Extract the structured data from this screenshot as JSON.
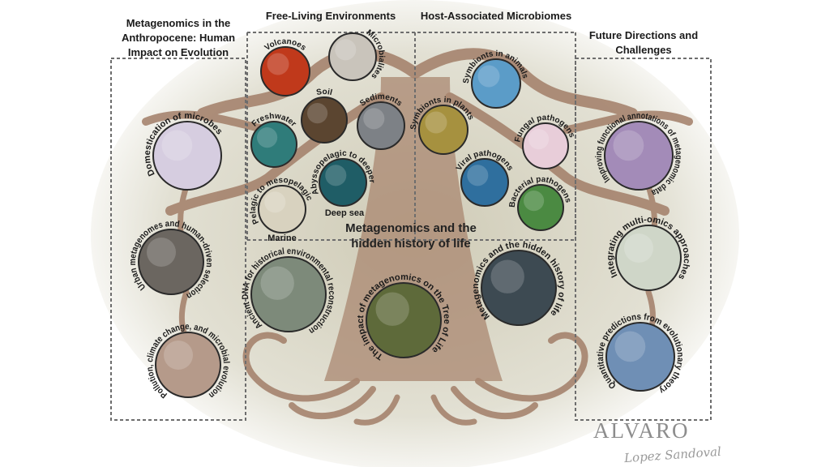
{
  "headings": {
    "left": [
      "Metagenomics in the",
      "Anthropocene: Human",
      "Impact on Evolution"
    ],
    "free_living": "Free-Living Environments",
    "host_associated": "Host-Associated Microbiomes",
    "right": [
      "Future Directions and",
      "Challenges"
    ]
  },
  "center_title": [
    "Metagenomics and the",
    "hidden history of life"
  ],
  "nodes": [
    {
      "label": "Volcanoes",
      "color": "#c0391b"
    },
    {
      "label": "Microbialites",
      "color": "#c9c4bb"
    },
    {
      "label": "Soil",
      "color": "#5b4530"
    },
    {
      "label": "Sediments",
      "color": "#7d8186"
    },
    {
      "label": "Freshwater",
      "color": "#2f7c7a"
    },
    {
      "label": "Abyssopelagic to deeper",
      "color": "#1f5d66"
    },
    {
      "label": "Pelagic to mesopelagic",
      "color": "#d8d2bf"
    },
    {
      "label": "Symbionts in plants",
      "color": "#a6913f"
    },
    {
      "label": "Symbionts in animals",
      "color": "#5b9cc8"
    },
    {
      "label": "Fungal pathogens",
      "color": "#e8cdd9"
    },
    {
      "label": "Viral pathogens",
      "color": "#2f6f9e"
    },
    {
      "label": "Bacterial pathogens",
      "color": "#4b8a42"
    },
    {
      "label": "Domestication of microbes",
      "color": "#d6cde0"
    },
    {
      "label": "Urban metagenomes and human-driven selection",
      "color": "#6b6660"
    },
    {
      "label": "Pollution, climate change, and microbial evolution",
      "color": "#b59a8a"
    },
    {
      "label": "Ancient DNA for historical environmental reconstruction",
      "color": "#7d8a7a"
    },
    {
      "label": "The impact of metagenomics on the Tree of Life",
      "color": "#5e6a3a"
    },
    {
      "label": "Metagenomics and the hidden history of life",
      "color": "#3d4a52"
    },
    {
      "label": "Improving functional annotations of metagenomic data",
      "color": "#a38bb8"
    },
    {
      "label": "Integrating multi-omics approaches",
      "color": "#cfd6c8"
    },
    {
      "label": "Quantitative predictions from evolutionary theory",
      "color": "#6f8fb5"
    }
  ],
  "sub_labels": {
    "marine": "Marine",
    "deep_sea": "Deep sea"
  },
  "signature": {
    "line1": "ALVARO",
    "line2": "Lopez Sandoval"
  }
}
